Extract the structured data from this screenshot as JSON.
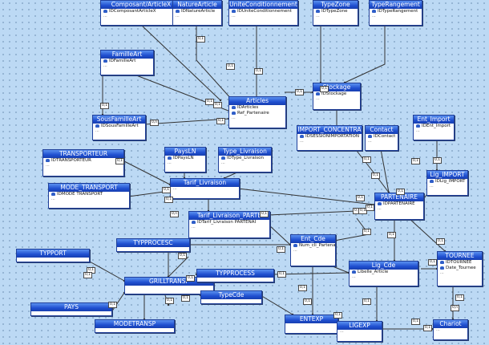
{
  "entities": [
    {
      "title": "Composant/ArticleX",
      "fields": [
        "IDComposantArticleX"
      ]
    },
    {
      "title": "NatureArticle",
      "fields": [
        "IDNatureArticle"
      ]
    },
    {
      "title": "UniteConditionnement",
      "fields": [
        "IDUniteConditionnement"
      ]
    },
    {
      "title": "TypeZone",
      "fields": [
        "IDTypeZone"
      ]
    },
    {
      "title": "TypeRangement",
      "fields": [
        "IDTypeRangement"
      ]
    },
    {
      "title": "FamilleArt",
      "fields": [
        "IDFamilleArt"
      ]
    },
    {
      "title": "Articles",
      "fields": [
        "IDArticles",
        "Ref_Partenaire"
      ]
    },
    {
      "title": "Stockage",
      "fields": [
        "IDStockage"
      ]
    },
    {
      "title": "SousFamilleArt",
      "fields": [
        "IDSousFamilleArt"
      ]
    },
    {
      "title": "IMPORT_CONCENTRA",
      "fields": [
        "IDSESSIONIMPORTATION"
      ]
    },
    {
      "title": "Contact",
      "fields": [
        "IDContact"
      ]
    },
    {
      "title": "Ent_Import",
      "fields": [
        "IDEnt_Import"
      ]
    },
    {
      "title": "TRANSPORTEUR",
      "fields": [
        "IDTRANSPORTEUR"
      ]
    },
    {
      "title": "PaysLN",
      "fields": [
        "IDPaysLN"
      ]
    },
    {
      "title": "Type_Livraison",
      "fields": [
        "IDType_Livraison"
      ]
    },
    {
      "title": "Lig_IMPORT",
      "fields": [
        "IDLig_IMPORT"
      ]
    },
    {
      "title": "MODE_TRANSPORT",
      "fields": [
        "IDMODE TRANSPORT"
      ]
    },
    {
      "title": "Tarif_Livraison",
      "fields": []
    },
    {
      "title": "PARTENAIRE",
      "fields": [
        "IDPARTENAIRE"
      ]
    },
    {
      "title": "Tarif_Livraison_PARTE",
      "fields": [
        "IDTarif_Livraison PARTENAI"
      ]
    },
    {
      "title": "TYPPROCESC",
      "fields": []
    },
    {
      "title": "Ent_Cde",
      "fields": [
        "Num_cli_Partenaire"
      ]
    },
    {
      "title": "TYPPORT",
      "fields": []
    },
    {
      "title": "TOURNEE",
      "fields": [
        "IDTOURNEE",
        "Date_Tournee"
      ]
    },
    {
      "title": "Lig_Cde",
      "fields": [
        "Libelle_Article"
      ]
    },
    {
      "title": "GRILLTRANSP",
      "fields": []
    },
    {
      "title": "TYPPROCESS",
      "fields": []
    },
    {
      "title": "TypeCde",
      "fields": []
    },
    {
      "title": "PAYS",
      "fields": []
    },
    {
      "title": "MODETRANSP",
      "fields": []
    },
    {
      "title": "ENTEXP",
      "fields": []
    },
    {
      "title": "LIGEXP",
      "fields": []
    },
    {
      "title": "Chariot",
      "fields": []
    }
  ],
  "more_marker": "...",
  "cardinalities": [
    "0,1",
    "0,1",
    "0,1",
    "0,1",
    "0,1",
    "0,1",
    "0,1",
    "0,1",
    "0,n",
    "0,1",
    "0,1",
    "0,1",
    "0,1",
    "0,1",
    "0,1",
    "0,1",
    "0,1",
    "0,1",
    "0,1",
    "0,n",
    "0,1",
    "0,1",
    "0,1",
    "0,1",
    "0,1",
    "0,1",
    "0,1",
    "0,1",
    "0,1",
    "0,n",
    "0,1",
    "0,1",
    "0,1",
    "0,1",
    "0,1",
    "0,1",
    "0,1",
    "0,1",
    "0,1",
    "0,1",
    "0,1",
    "0,1",
    "0,1",
    "0,1",
    "0,1"
  ],
  "colors": {
    "canvas": "#bcd9f4",
    "header": "#1f4fd0",
    "border": "#1f3f9a",
    "connector": "#333333"
  }
}
